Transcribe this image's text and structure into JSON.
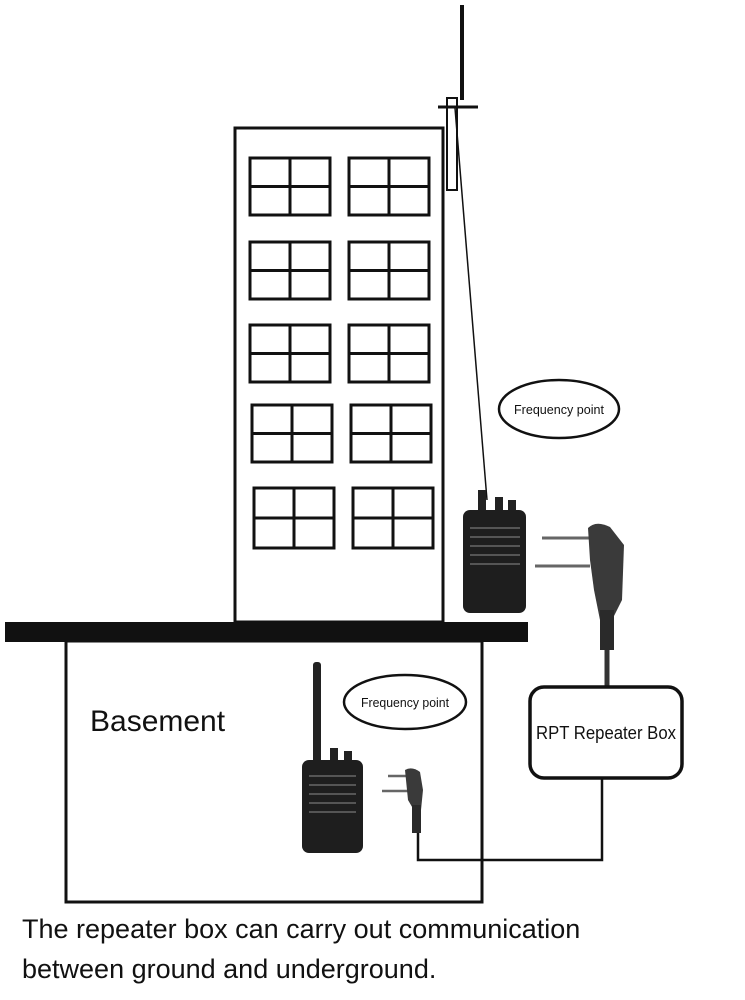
{
  "labels": {
    "frequency_point_top": "Frequency point",
    "frequency_point_basement": "Frequency point",
    "basement": "Basement",
    "repeater_box": "RPT Repeater Box"
  },
  "caption": {
    "line1": "The repeater box can carry out communication",
    "line2": "between ground and underground."
  }
}
